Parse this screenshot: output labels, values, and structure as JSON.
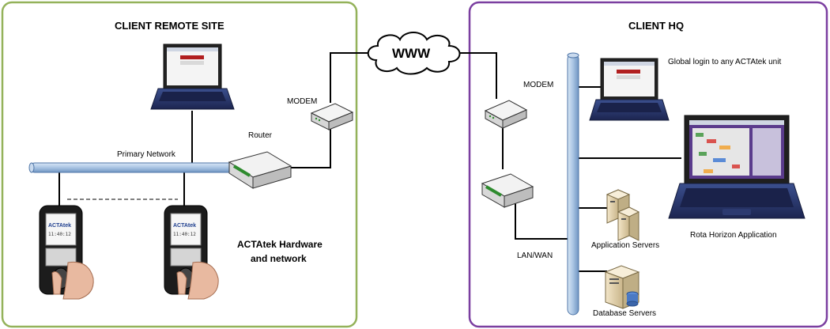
{
  "colors": {
    "remote_border": "#94b25a",
    "hq_border": "#7b3fa0",
    "network_bus": "#a9c4e3",
    "cable": "#000000"
  },
  "remote_site": {
    "title": "CLIENT REMOTE SITE",
    "primary_network_label": "Primary Network",
    "router_label": "Router",
    "modem_label": "MODEM",
    "hardware_label_line1": "ACTAtek Hardware",
    "hardware_label_line2": "and network",
    "laptop_icon": "laptop-icon",
    "terminal_icon": "fingerprint-terminal-icon",
    "terminal_brand": "ACTAtek",
    "terminal_time": "11:40:12"
  },
  "internet": {
    "label": "WWW",
    "icon": "cloud-icon"
  },
  "hq": {
    "title": "CLIENT HQ",
    "modem_label": "MODEM",
    "lan_label": "LAN/WAN",
    "global_login_label": "Global login to any ACTAtek unit",
    "rota_label": "Rota Horizon Application",
    "app_servers_label": "Application Servers",
    "db_servers_label": "Database Servers",
    "server_icon": "server-tower-icon",
    "database_icon": "database-server-icon"
  }
}
